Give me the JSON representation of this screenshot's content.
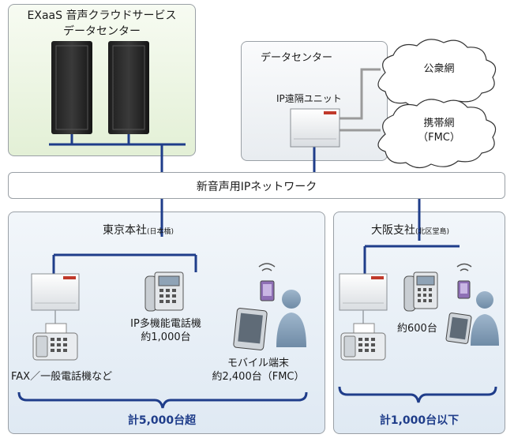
{
  "exaas": {
    "title_line1": "EXaaS 音声クラウドサービス",
    "title_line2": "データセンター"
  },
  "datacenter": {
    "title": "データセンター",
    "ip_unit": "IP遠隔ユニット"
  },
  "clouds": {
    "public": "公衆網",
    "mobile_line1": "携帯網",
    "mobile_line2": "（FMC）"
  },
  "network": {
    "label": "新音声用IPネットワーク"
  },
  "tokyo": {
    "title": "東京本社",
    "title_sub": "(日本橋)",
    "fax_label": "FAX／一般電話機など",
    "ip_phone_line1": "IP多機能電話機",
    "ip_phone_line2": "約1,000台",
    "mobile_line1": "モバイル端末",
    "mobile_line2": "約2,400台（FMC）",
    "total": "計5,000台超"
  },
  "osaka": {
    "title": "大阪支社",
    "title_sub": "(北区堂島)",
    "phones": "約600台",
    "total": "計1,000台以下"
  },
  "colors": {
    "navy": "#1f3d8a",
    "panel_green": "#eef6e6",
    "panel_gray": "#f1f3f5",
    "panel_blue": "#eaf1f8",
    "accent_red": "#c0392b"
  }
}
